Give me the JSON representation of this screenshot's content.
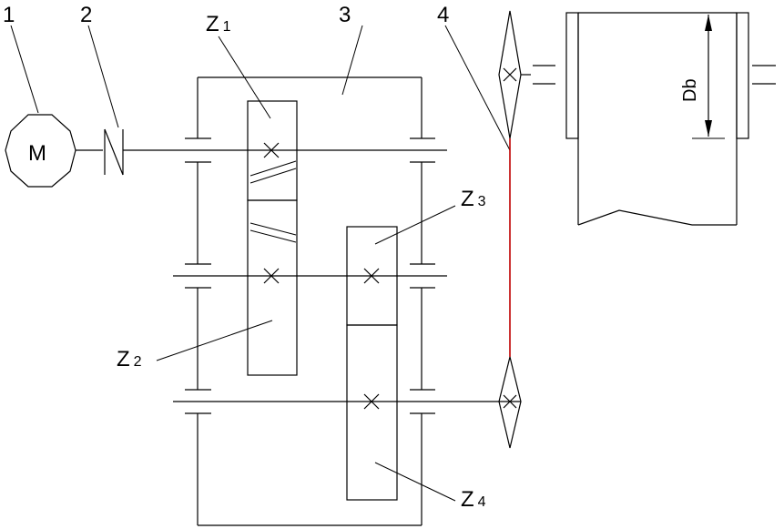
{
  "callouts": {
    "c1": "1",
    "c2": "2",
    "c3": "3",
    "c4": "4"
  },
  "motor": {
    "symbol": "M"
  },
  "gears": {
    "z1": {
      "letter": "Z",
      "index": "1"
    },
    "z2": {
      "letter": "Z",
      "index": "2"
    },
    "z3": {
      "letter": "Z",
      "index": "3"
    },
    "z4": {
      "letter": "Z",
      "index": "4"
    }
  },
  "drum": {
    "dimension_label": "Db"
  },
  "colors": {
    "chain": "#c00000",
    "line": "#000000"
  }
}
